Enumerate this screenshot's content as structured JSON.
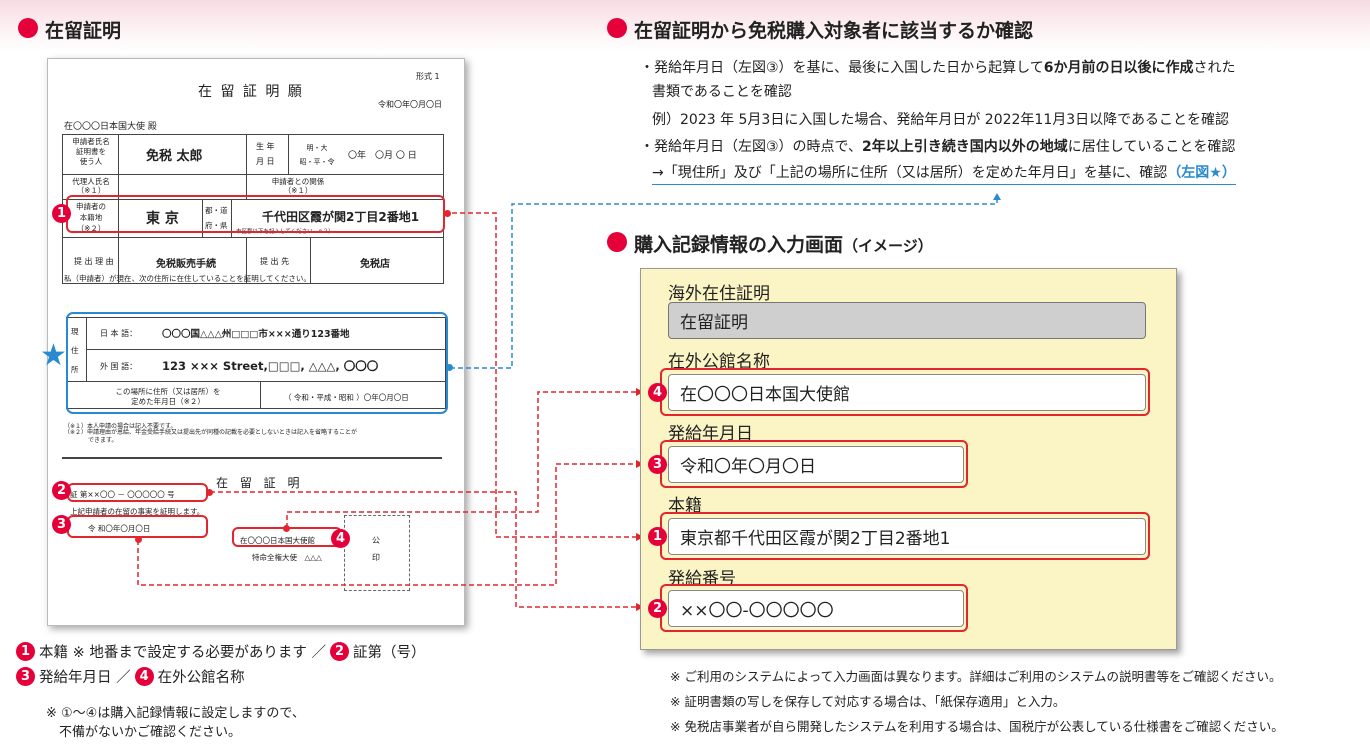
{
  "left": {
    "heading": "在留証明",
    "form": {
      "form_no": "形式 1",
      "title": "在 留 証 明 願",
      "date": "令和〇年〇月〇日",
      "addressee": "在〇〇〇日本国大使 殿",
      "applicant_label": "申請者氏名\n証明書を\n使う人",
      "applicant_name": "免税 太郎",
      "birth_label": "生 年\n月 日",
      "era_options": "明・大\n昭・平・令",
      "birth_value": "〇年　〇月 〇 日",
      "agent_label": "代理人氏名\n（※１）",
      "relation_label": "申請者との関係\n（※１）",
      "honseki_label": "申請者の\n本籍地\n（※２）",
      "honseki_pref": "東 京",
      "pref_options": "都・道\n府・県",
      "honseki_value": "千代田区霞が関2丁目2番地1",
      "honseki_note": "市区郡以下を記入してください　※２）",
      "reason_label": "提 出 理 由",
      "reason_value": "免税販売手続",
      "dest_label": "提 出 先",
      "dest_value": "免税店",
      "statement": "私（申請者）が現在、次の住所に在住していることを証明してください。",
      "addr_side": "現\n住\n所",
      "addr_jp_label": "日 本 語：",
      "addr_jp_value": "〇〇〇国△△△州□□□市×××通り123番地",
      "addr_fg_label": "外 国 語：",
      "addr_fg_value": "123 ××× Street,□□□, △△△, 〇〇〇",
      "since_label": "この場所に住所（又は居所）を\n定めた年月日（※２）",
      "since_value": "（ 令和・平成・昭和 ）〇年〇月〇日",
      "note1": "（※１）本人申請の場合は記入不要です。",
      "note2": "（※２）申請理由が恩給、年金受給手続又は提出先が同種の記載を必要としないときは記入を省略することが\n　　　　できます。",
      "cert_title": "在 留 証 明",
      "cert_no": "証 第××〇〇 － 〇〇〇〇〇 号",
      "cert_text": "上記申請者の在留の事実を証明します。",
      "cert_date": "令 和〇年〇月〇日",
      "embassy": "在〇〇〇日本国大使館",
      "ambassador": "特命全権大使　△△△",
      "seal_1": "公",
      "seal_2": "印"
    },
    "legend_1": "本籍 ※ 地番まで設定する必要があります ／",
    "legend_2": "証第（号）",
    "legend_3": "発給年月日 ／",
    "legend_4": "在外公館名称",
    "footnote": "※ ①～④は購入記録情報に設定しますので、\n　不備がないかご確認ください。"
  },
  "right": {
    "heading1": "在留証明から免税購入対象者に該当するか確認",
    "b1_pre": "・発給年月日（左図③）を基に、最後に入国した日から起算して",
    "b1_bold": "6か月前の日以後に作成",
    "b1_post": "された",
    "b1_line2": "書類であることを確認",
    "b1_line3": "例）2023 年 5月3日に入国した場合、発給年月日が 2022年11月3日以降であることを確認",
    "b2_pre": "・発給年月日（左図③）の時点で、",
    "b2_bold": "2年以上引き続き国内以外の地域",
    "b2_post": "に居住していることを確認",
    "b2_line2": "→「現住所」及び「上記の場所に住所（又は居所）を定めた年月日」を基に、確認",
    "b2_ref": "（左図★）",
    "heading2": "購入記録情報の入力画面",
    "heading2_sub": "（イメージ）",
    "panel": {
      "f1_label": "海外在住証明",
      "f1_value": "在留証明",
      "f2_label": "在外公館名称",
      "f2_value": "在〇〇〇日本国大使館",
      "f3_label": "発給年月日",
      "f3_value": "令和〇年〇月〇日",
      "f4_label": "本籍",
      "f4_value": "東京都千代田区霞が関2丁目2番地1",
      "f5_label": "発給番号",
      "f5_value": "××〇〇-〇〇〇〇〇"
    },
    "notes": [
      "※ ご利用のシステムによって入力画面は異なります。詳細はご利用のシステムの説明書等をご確認ください。",
      "※ 証明書類の写しを保存して対応する場合は、「紙保存適用」と入力。",
      "※ 免税店事業者が自ら開発したシステムを利用する場合は、国税庁が公表している仕様書をご確認ください。"
    ]
  },
  "markers": {
    "m1": "1",
    "m2": "2",
    "m3": "3",
    "m4": "4",
    "star": "★"
  },
  "colors": {
    "accent_red": "#e60039",
    "frame_red": "#e2262f",
    "frame_blue": "#2a8ad0",
    "panel_bg": "#fbf4c4"
  }
}
